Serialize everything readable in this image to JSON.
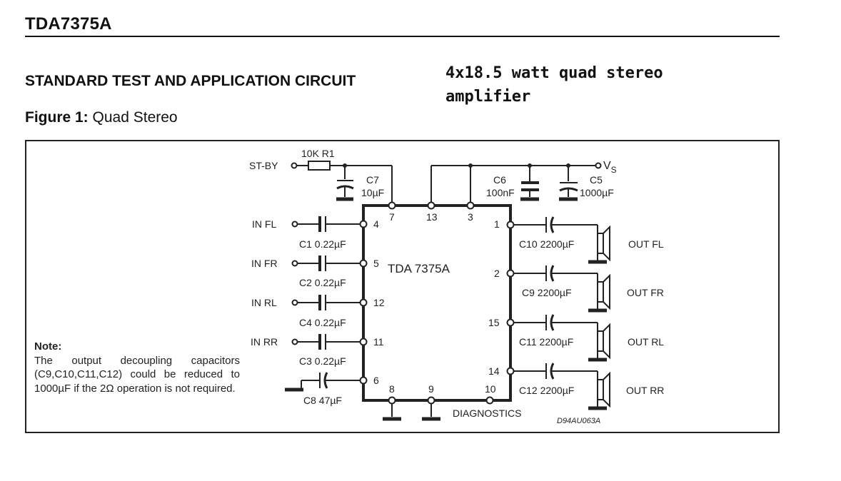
{
  "header": {
    "doc_title": "TDA7375A",
    "section_title": "STANDARD TEST AND APPLICATION CIRCUIT",
    "figure_label": "Figure 1:",
    "figure_name": "Quad Stereo",
    "annotation": "4x18.5 watt quad stereo amplifier"
  },
  "note": {
    "heading": "Note:",
    "body": "The output decoupling capacitors (C9,C10,C11,C12) could be reduced to 1000µF if the 2Ω operation is not required."
  },
  "schematic": {
    "chip_label": "TDA 7375A",
    "standby": {
      "label": "ST-BY",
      "resistor": "10K R1",
      "cap_name": "C7",
      "cap_value": "10µF"
    },
    "supply": {
      "label": "V",
      "sub": "S",
      "c6_name": "C6",
      "c6_value": "100nF",
      "c5_name": "C5",
      "c5_value": "1000µF"
    },
    "inputs": [
      {
        "label": "IN FL",
        "cap": "C1 0.22µF",
        "pin": "4"
      },
      {
        "label": "IN FR",
        "cap": "C2 0.22µF",
        "pin": "5"
      },
      {
        "label": "IN RL",
        "cap": "C4 0.22µF",
        "pin": "12"
      },
      {
        "label": "IN RR",
        "cap": "C3 0.22µF",
        "pin": "11"
      }
    ],
    "pin6": {
      "pin": "6",
      "cap": "C8 47µF"
    },
    "outputs": [
      {
        "label": "OUT FL",
        "cap": "C10 2200µF",
        "pin": "1"
      },
      {
        "label": "OUT FR",
        "cap": "C9 2200µF",
        "pin": "2"
      },
      {
        "label": "OUT RL",
        "cap": "C11 2200µF",
        "pin": "15"
      },
      {
        "label": "OUT RR",
        "cap": "C12 2200µF",
        "pin": "14"
      }
    ],
    "top_pins": [
      "7",
      "13",
      "3"
    ],
    "bottom_pins": [
      "8",
      "9",
      "10"
    ],
    "diagnostics": "DIAGNOSTICS",
    "ref_code": "D94AU063A"
  }
}
